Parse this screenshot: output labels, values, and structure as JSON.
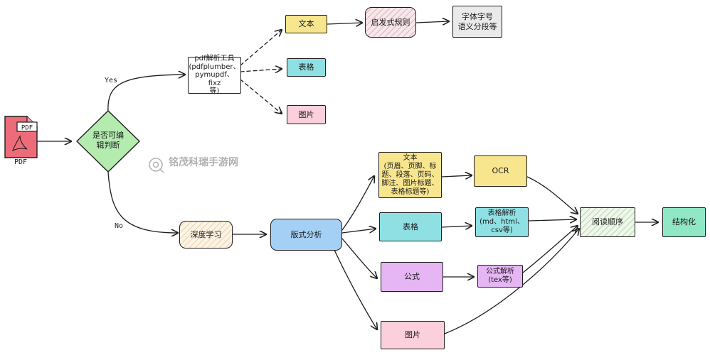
{
  "colors": {
    "yellow": "#f8e68f",
    "cyan": "#8fe0e3",
    "pink": "#fbcfdc",
    "violet": "#e6b5f4",
    "blue": "#a4d0f5",
    "grey": "#eaeaea",
    "teal": "#8fe7c6",
    "diamond_green": "#b4ecb0",
    "pdf_red": "#ee6c7a"
  },
  "pdf": {
    "tag": "PDF",
    "caption": "PDF"
  },
  "decision": {
    "label": "是否可编\n辑判断"
  },
  "edges": {
    "yes": "Yes",
    "no": "No"
  },
  "top_branch": {
    "parser": "pdf解析工具\n(pdfplumber、\npymupdf、fixz\n等)",
    "text": "文本",
    "table": "表格",
    "image": "图片",
    "heuristic": "启发式规则",
    "font": "字体字号\n语义分段等"
  },
  "bottom_branch": {
    "deep_learning": "深度学习",
    "layout": "版式分析",
    "text": "文本\n(页眉、页脚、标\n题、段落、页码、\n脚注、图片标题、\n表格标题等)",
    "table": "表格",
    "formula": "公式",
    "image": "图片",
    "ocr": "OCR",
    "table_parse": "表格解析\n(md、html、\ncsv等)",
    "formula_parse": "公式解析\n(tex等)",
    "reading_order": "阅读顺序",
    "structuring": "结构化"
  },
  "watermark": "铭茂科瑞手游网"
}
